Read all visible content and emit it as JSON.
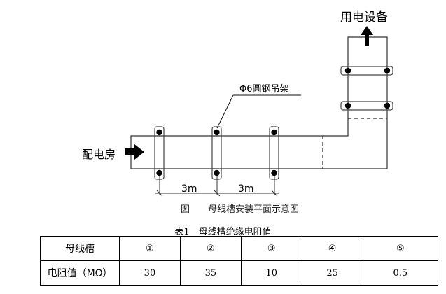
{
  "diagram": {
    "labels": {
      "equipment": "用电设备",
      "distribution_room": "配电房",
      "hanger": "Φ6圆钢吊架",
      "spacing_1": "3m",
      "spacing_2": "3m",
      "figure_prefix": "图",
      "figure_caption": "母线槽安装平面示意图"
    },
    "colors": {
      "line": "#333333",
      "fill": "#000000"
    }
  },
  "table": {
    "title": "表1　母线槽绝缘电阻值",
    "header_label": "母线槽",
    "row_label": "电阻值（MΩ）",
    "columns": [
      "①",
      "②",
      "③",
      "④",
      "⑤"
    ],
    "values": [
      "30",
      "35",
      "10",
      "25",
      "0.5"
    ]
  }
}
